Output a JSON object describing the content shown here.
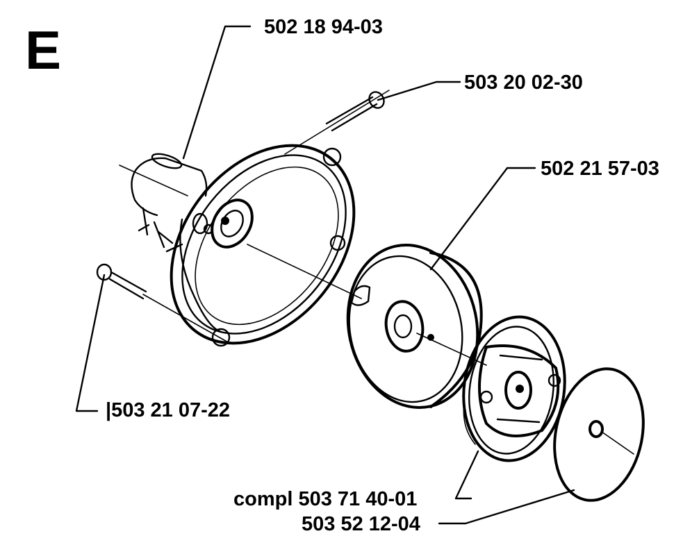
{
  "section_letter": "E",
  "parts": [
    {
      "id": "clutch-housing",
      "label": "502 18 94-03"
    },
    {
      "id": "housing-screw",
      "label": "503 20 02-30"
    },
    {
      "id": "clutch-drum",
      "label": "502 21 57-03"
    },
    {
      "id": "mounting-screw",
      "label": "|503 21 07-22"
    },
    {
      "id": "clutch-complete",
      "label": "compl 503 71 40-01"
    },
    {
      "id": "washer",
      "label": "503 52 12-04"
    }
  ]
}
